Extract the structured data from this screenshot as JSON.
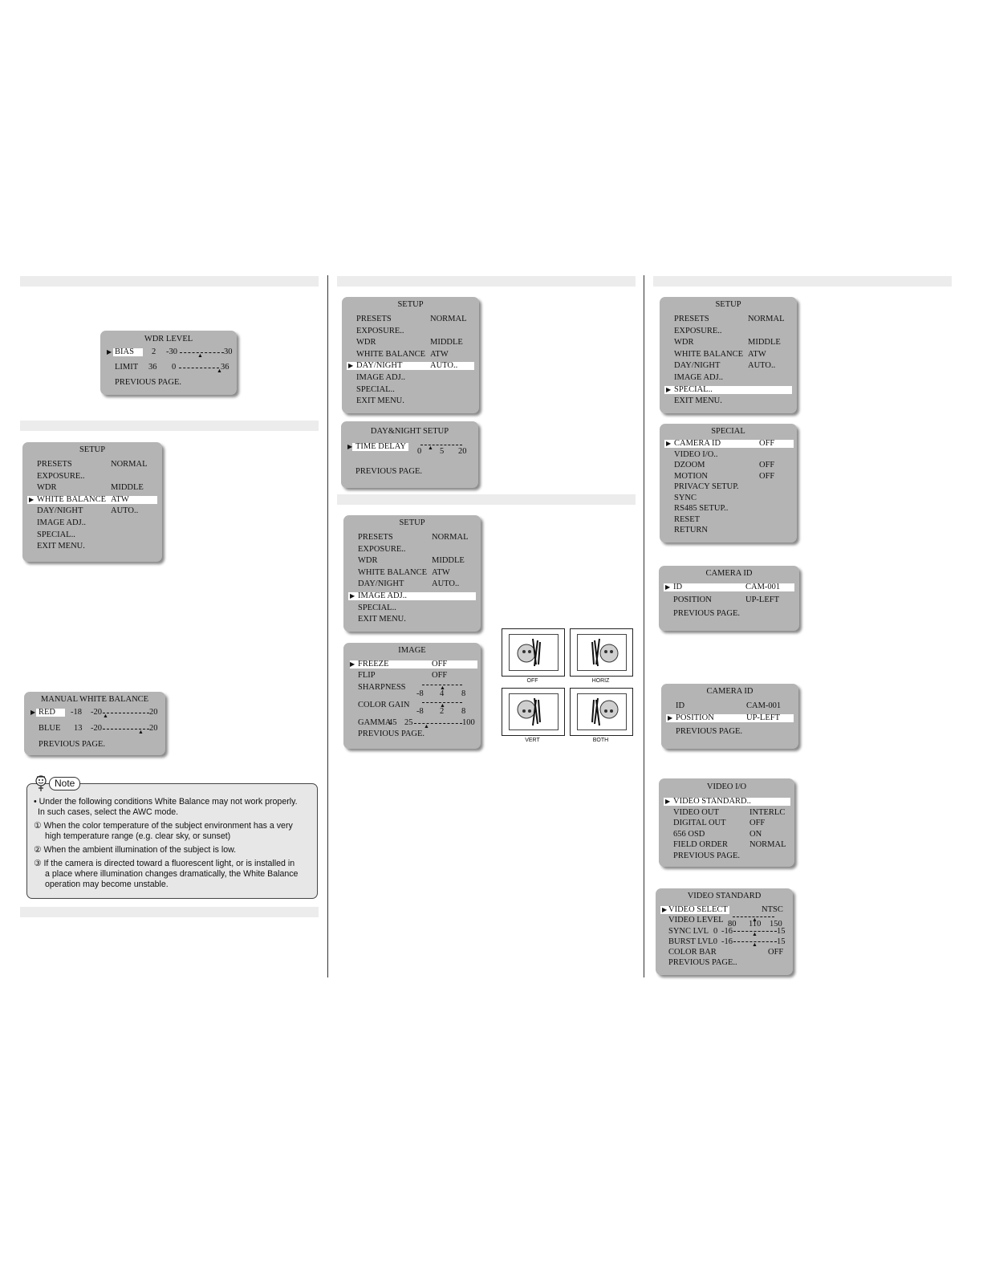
{
  "wdr_level": {
    "title": "WDR LEVEL",
    "bias_label": "BIAS",
    "bias_value": "2",
    "bias_min": "-30",
    "bias_max": "30",
    "limit_label": "LIMIT",
    "limit_value": "36",
    "limit_min": "0",
    "limit_max": "36",
    "prev": "PREVIOUS PAGE."
  },
  "setup": {
    "title": "SETUP",
    "items": [
      "PRESETS",
      "EXPOSURE..",
      "WDR",
      "WHITE BALANCE",
      "DAY/NIGHT",
      "IMAGE ADJ..",
      "SPECIAL..",
      "EXIT MENU."
    ],
    "values": [
      "NORMAL",
      "",
      "MIDDLE",
      "ATW",
      "AUTO..",
      "",
      "",
      ""
    ]
  },
  "manual_wb": {
    "title": "MANUAL WHITE BALANCE",
    "red_label": "RED",
    "red_value": "-18",
    "red_min": "-20",
    "red_max": "20",
    "blue_label": "BLUE",
    "blue_value": "13",
    "blue_min": "-20",
    "blue_max": "20",
    "prev": "PREVIOUS PAGE."
  },
  "note": {
    "heading": "Note",
    "lines": [
      "• Under the following conditions White Balance may not work properly.",
      "In such cases, select the AWC mode.",
      "① When the color temperature of the subject environment has a very",
      "high temperature range (e.g. clear sky, or sunset)",
      "② When the ambient illumination of the subject is low.",
      "③ If the camera is directed toward a fluorescent light, or is installed in",
      "a place where illumination changes dramatically, the White Balance",
      "operation may become unstable."
    ]
  },
  "daynight": {
    "title": "DAY&NIGHT SETUP",
    "time_delay": "TIME DELAY",
    "min": "0",
    "value": "5",
    "max": "20",
    "prev": "PREVIOUS PAGE."
  },
  "image": {
    "title": "IMAGE",
    "freeze": "FREEZE",
    "freeze_value": "OFF",
    "flip": "FLIP",
    "flip_value": "OFF",
    "sharpness": "SHARPNESS",
    "sharp_min": "-8",
    "sharp_value": "4",
    "sharp_max": "8",
    "color_gain": "COLOR GAIN",
    "cg_min": "-8",
    "cg_value": "2",
    "cg_max": "8",
    "gamma": "GAMMA",
    "gamma_value": "45",
    "gamma_min": "25",
    "gamma_max": "100",
    "prev": "PREVIOUS PAGE."
  },
  "flip_captions": [
    "OFF",
    "HORIZ",
    "VERT",
    "BOTH"
  ],
  "special": {
    "title": "SPECIAL",
    "items": [
      "CAMERA ID",
      "VIDEO I/O..",
      "DZOOM",
      "MOTION",
      "PRIVACY SETUP.",
      "SYNC",
      "RS485 SETUP..",
      "RESET",
      "RETURN"
    ],
    "values": [
      "OFF",
      "",
      "OFF",
      "OFF",
      "",
      "",
      "",
      "",
      ""
    ]
  },
  "camera_id": {
    "title": "CAMERA ID",
    "id_label": "ID",
    "id_value": "CAM-001",
    "pos_label": "POSITION",
    "pos_value": "UP-LEFT",
    "prev": "PREVIOUS PAGE."
  },
  "video_io": {
    "title": "VIDEO I/O",
    "items": [
      "VIDEO STANDARD..",
      "VIDEO OUT",
      "DIGITAL OUT",
      "656 OSD",
      "FIELD ORDER",
      "PREVIOUS PAGE."
    ],
    "values": [
      "",
      "INTERLC",
      "OFF",
      "ON",
      "NORMAL",
      ""
    ]
  },
  "video_std": {
    "title": "VIDEO STANDARD",
    "select": "VIDEO SELECT",
    "select_value": "NTSC",
    "level": "VIDEO LEVEL",
    "level_min": "80",
    "level_value": "110",
    "level_max": "150",
    "sync": "SYNC LVL",
    "sync_value": "0",
    "sync_min": "-16",
    "sync_max": "15",
    "burst": "BURST LVL0",
    "burst_min": "-16",
    "burst_max": "15",
    "colorbar": "COLOR BAR",
    "colorbar_value": "OFF",
    "prev": "PREVIOUS PAGE.."
  }
}
